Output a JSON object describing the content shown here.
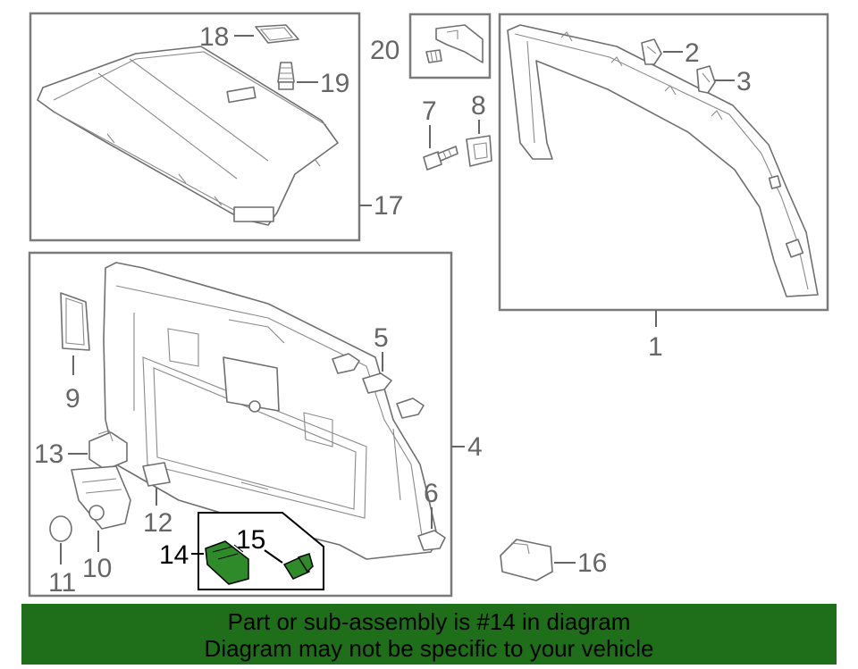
{
  "callouts": {
    "c1": "1",
    "c2": "2",
    "c3": "3",
    "c4": "4",
    "c5": "5",
    "c6": "6",
    "c7": "7",
    "c8": "8",
    "c9": "9",
    "c10": "10",
    "c11": "11",
    "c12": "12",
    "c13": "13",
    "c14": "14",
    "c15": "15",
    "c16": "16",
    "c17": "17",
    "c18": "18",
    "c19": "19",
    "c20": "20"
  },
  "banner": {
    "line1": "Part or sub-assembly is #14 in diagram",
    "line2": "Diagram may not be specific to your vehicle"
  },
  "colors": {
    "banner_bg": "#1e6e1a",
    "highlight_part": "#2f8a2a",
    "line": "#6f6f6f"
  }
}
